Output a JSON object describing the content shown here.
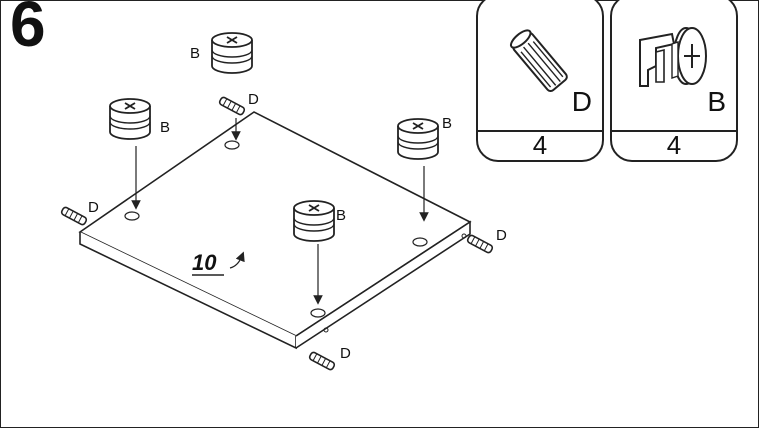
{
  "step": {
    "number": "6"
  },
  "parts": [
    {
      "code": "D",
      "quantity": "4",
      "icon": "dowel-icon"
    },
    {
      "code": "B",
      "quantity": "4",
      "icon": "cam-lock-icon"
    }
  ],
  "panel": {
    "number": "10"
  },
  "callouts": {
    "cam_lock_code": "B",
    "dowel_code": "D"
  }
}
